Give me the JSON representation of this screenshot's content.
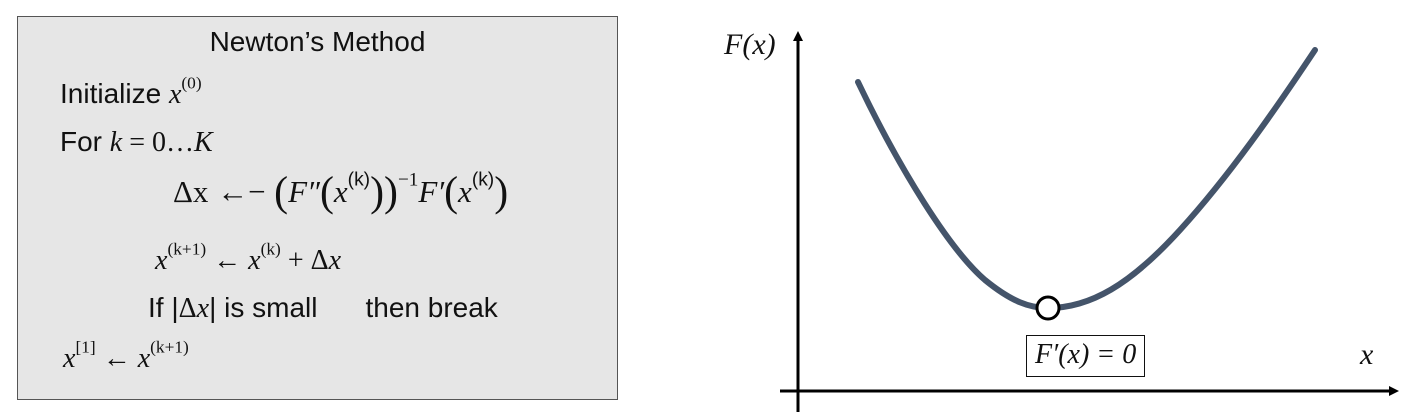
{
  "algorithm": {
    "title": "Newton’s Method",
    "init_text": "Initialize",
    "init_var": "x",
    "init_sup": "(0)",
    "for_text": "For",
    "for_k": "k",
    "for_eq": " = 0…",
    "for_K": "K",
    "delta": {
      "lhs": "Δx",
      "arrow": "←−",
      "fdd": "F″",
      "x": "x",
      "sup_k": "(k)",
      "inv": "−1",
      "fd": "F′"
    },
    "update": {
      "lhs_sup": "(k+1)",
      "arrow": " ← ",
      "rhs_sup": "(k)",
      "plus": " + Δ"
    },
    "condition": {
      "if_text": "If |",
      "mid_text": "| is small",
      "then_text": "then break"
    },
    "output": {
      "lhs_sup": "[1]",
      "arrow": " ← ",
      "rhs_sup": "(k+1)"
    }
  },
  "graph": {
    "y_label": "F(x)",
    "x_label": "x",
    "condition_label": "F′(x) = 0",
    "curve_color": "#44546a",
    "axis_color": "#000000"
  }
}
